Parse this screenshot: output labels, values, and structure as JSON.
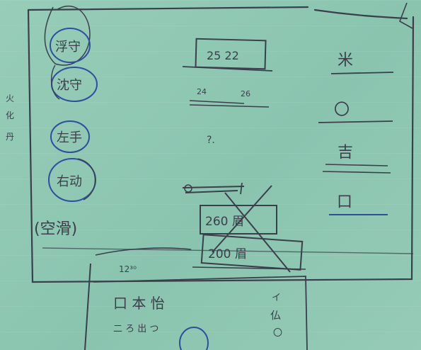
{
  "notes": {
    "side_margin": [
      "火",
      "化",
      "丹"
    ],
    "circled_left": [
      "浮守",
      "沈守",
      "左手",
      "右动"
    ],
    "paren_left": "(空滑)",
    "box_top": "25 22",
    "numbers_mid": [
      "24",
      "26"
    ],
    "mid_question": "?.",
    "box_crossed_1": "260 眉",
    "box_crossed_2": "200 眉",
    "right_column": [
      "米",
      "〇",
      "吉",
      "口"
    ],
    "bottom_numbers": "12³⁰",
    "bottom_line1": "口 本 怡",
    "bottom_line2": "二 ろ 出 つ",
    "bottom_right": [
      "イ",
      "仏",
      "〇"
    ]
  },
  "colors": {
    "paper": "#8fc8b4",
    "pencil": "#3a3f4a",
    "blue_ink": "#2d4f9e"
  }
}
